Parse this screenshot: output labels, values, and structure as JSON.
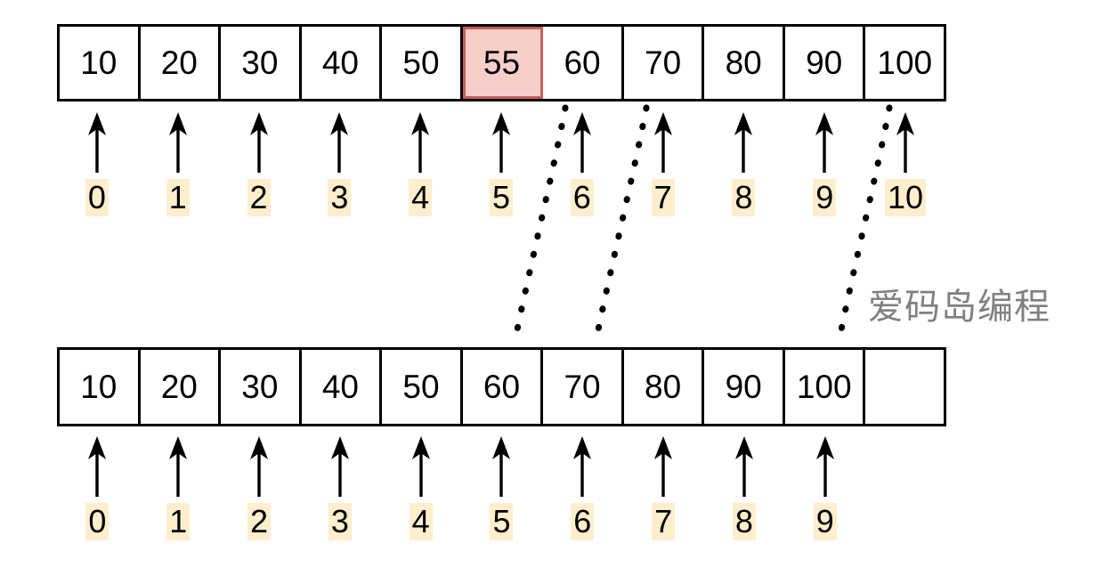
{
  "diagram": {
    "title": "array-insertion-shift-diagram",
    "watermark": "爱码岛编程",
    "colors": {
      "highlight_fill": "#f6cfcb",
      "highlight_border": "#c75f5a",
      "index_label_background": "#fdeecd",
      "outline": "#000000",
      "watermark": "#808080"
    }
  },
  "top_array": {
    "name": "array-before",
    "cells": [
      {
        "value": "10",
        "highlighted": false
      },
      {
        "value": "20",
        "highlighted": false
      },
      {
        "value": "30",
        "highlighted": false
      },
      {
        "value": "40",
        "highlighted": false
      },
      {
        "value": "50",
        "highlighted": false
      },
      {
        "value": "55",
        "highlighted": true
      },
      {
        "value": "60",
        "highlighted": false
      },
      {
        "value": "70",
        "highlighted": false
      },
      {
        "value": "80",
        "highlighted": false
      },
      {
        "value": "90",
        "highlighted": false
      },
      {
        "value": "100",
        "highlighted": false
      }
    ],
    "indices": [
      "0",
      "1",
      "2",
      "3",
      "4",
      "5",
      "6",
      "7",
      "8",
      "9",
      "10"
    ]
  },
  "bottom_array": {
    "name": "array-after",
    "cells": [
      {
        "value": "10",
        "highlighted": false
      },
      {
        "value": "20",
        "highlighted": false
      },
      {
        "value": "30",
        "highlighted": false
      },
      {
        "value": "40",
        "highlighted": false
      },
      {
        "value": "50",
        "highlighted": false
      },
      {
        "value": "60",
        "highlighted": false
      },
      {
        "value": "70",
        "highlighted": false
      },
      {
        "value": "80",
        "highlighted": false
      },
      {
        "value": "90",
        "highlighted": false
      },
      {
        "value": "100",
        "highlighted": false
      },
      {
        "value": "",
        "highlighted": false
      }
    ],
    "indices": [
      "0",
      "1",
      "2",
      "3",
      "4",
      "5",
      "6",
      "7",
      "8",
      "9",
      ""
    ]
  },
  "connectors": [
    {
      "name": "shift-connector-1",
      "from_index": 6,
      "to_index": 5
    },
    {
      "name": "shift-connector-2",
      "from_index": 7,
      "to_index": 6
    },
    {
      "name": "shift-connector-3",
      "from_index": 10,
      "to_index": 9
    }
  ]
}
